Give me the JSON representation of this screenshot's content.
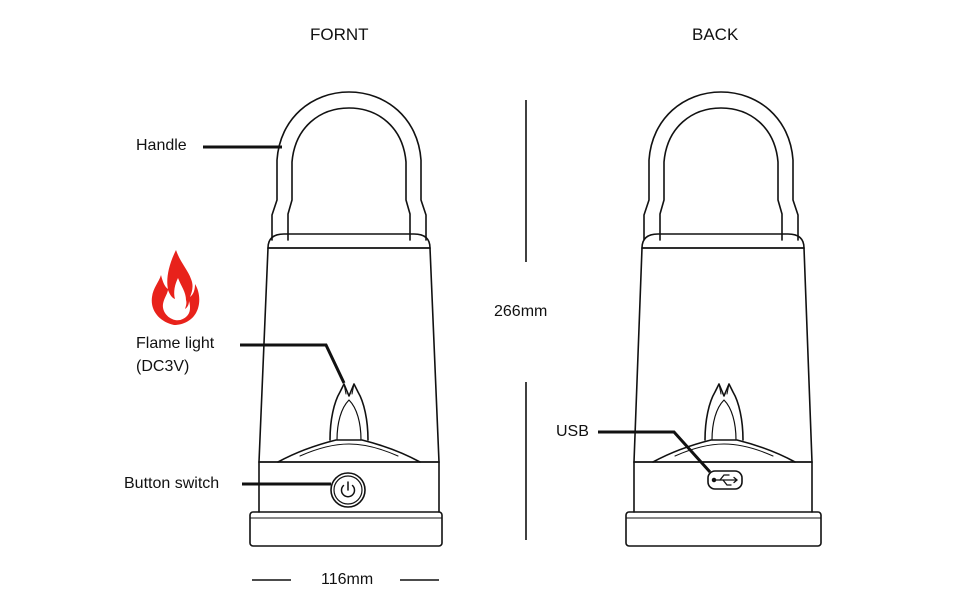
{
  "views": {
    "front_title": "FORNT",
    "back_title": "BACK"
  },
  "labels": {
    "handle": "Handle",
    "flame_light_line1": "Flame light",
    "flame_light_line2": "(DC3V)",
    "button_switch": "Button switch",
    "usb": "USB"
  },
  "dimensions": {
    "height": "266mm",
    "width": "116mm"
  },
  "icons": {
    "flame": "flame-icon",
    "power": "power-icon",
    "usb": "usb-icon"
  },
  "colors": {
    "line": "#111111",
    "flame_outer": "#e8221b",
    "flame_inner": "#ffffff"
  }
}
